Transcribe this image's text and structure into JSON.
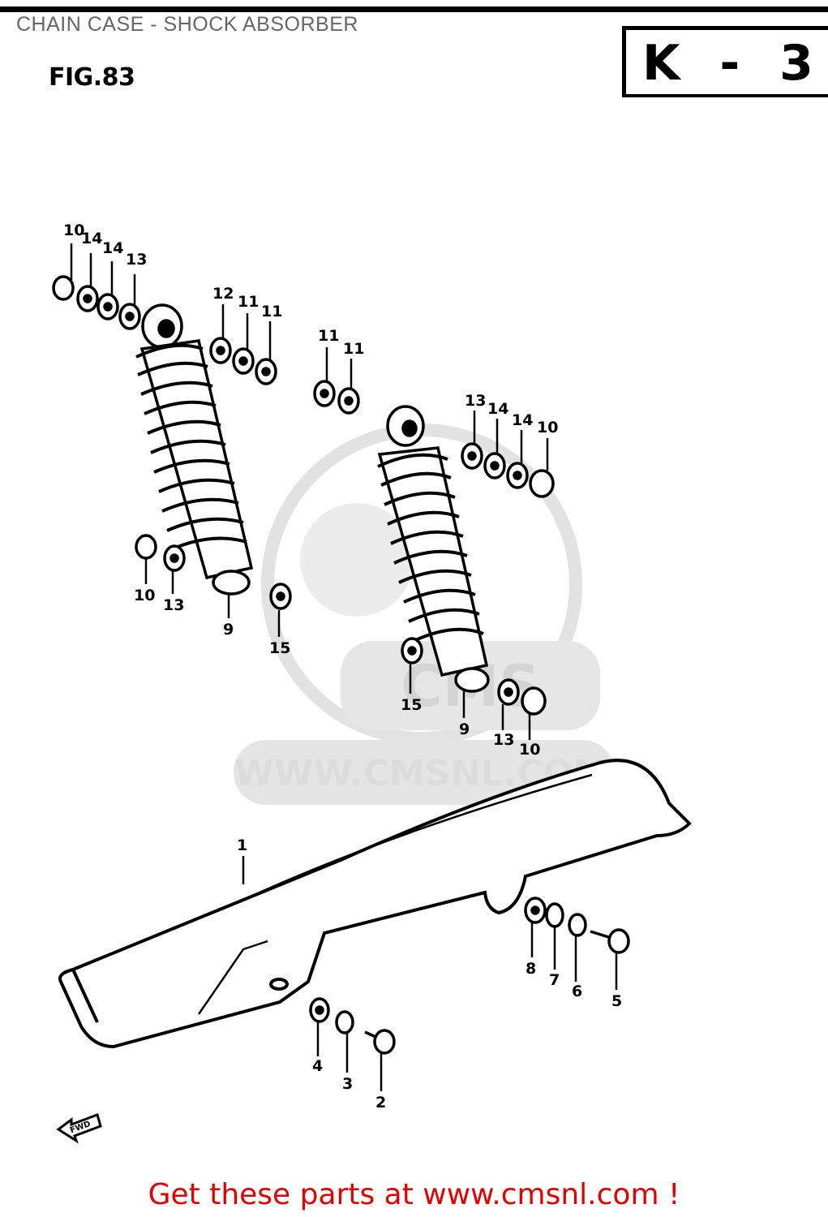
{
  "header": {
    "title": "CHAIN CASE - SHOCK ABSORBER",
    "figure": "FIG.83",
    "code": "K - 3"
  },
  "watermark": {
    "text": "WWW.CMSNL.COM",
    "logo_text": "CMS"
  },
  "callouts": {
    "c1": "1",
    "c2": "2",
    "c3": "3",
    "c4": "4",
    "c5": "5",
    "c6": "6",
    "c7": "7",
    "c8": "8",
    "c9a": "9",
    "c9b": "9",
    "c10a": "10",
    "c10b": "10",
    "c10c": "10",
    "c10d": "10",
    "c11a": "11",
    "c11b": "11",
    "c11c": "11",
    "c11d": "11",
    "c12": "12",
    "c13a": "13",
    "c13b": "13",
    "c13c": "13",
    "c13d": "13",
    "c14a": "14",
    "c14b": "14",
    "c14c": "14",
    "c14d": "14",
    "c15a": "15",
    "c15b": "15"
  },
  "fwd_label": "FWD",
  "footer": {
    "text": "Get these parts at www.cmsnl.com !"
  },
  "colors": {
    "footer_text": "#e00000",
    "title_text": "#666666",
    "watermark": "#dcdcdc"
  }
}
